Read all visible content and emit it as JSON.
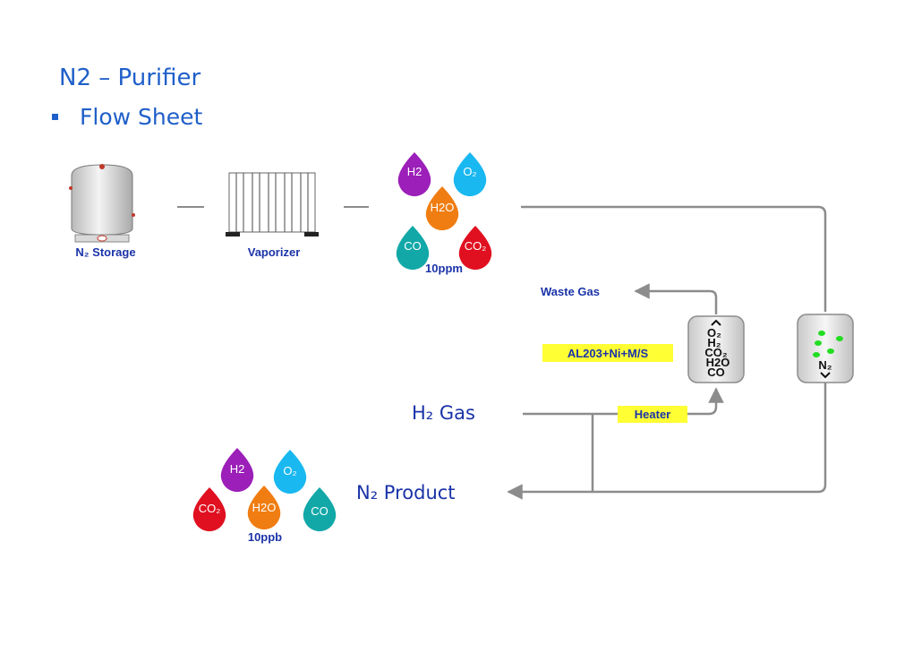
{
  "title": "N2 – Purifier",
  "bullet": "Flow Sheet",
  "labels": {
    "storage": "N₂  Storage",
    "vaporizer": "Vaporizer",
    "ppm": "10ppm",
    "ppb": "10ppb",
    "waste_gas": "Waste Gas",
    "adsorbent": "AL203+Ni+M/S",
    "heater": "Heater",
    "h2_gas": "H₂  Gas",
    "n2_product": "N₂  Product",
    "n2_out": "N₂"
  },
  "column_species": [
    "O₂",
    "H₂",
    "CO₂",
    "H2O",
    "CO"
  ],
  "drops": {
    "h2": "H2",
    "o2": "O₂",
    "h2o": "H2O",
    "co": "CO",
    "co2": "CO₂"
  },
  "colors": {
    "h2": "#9b1fb8",
    "o2": "#1ab8f0",
    "h2o": "#f07d12",
    "co": "#13a8a8",
    "co2": "#e01020",
    "line": "#8c8c8c",
    "highlight": "#ffff33",
    "text_blue": "#1a33a8"
  }
}
